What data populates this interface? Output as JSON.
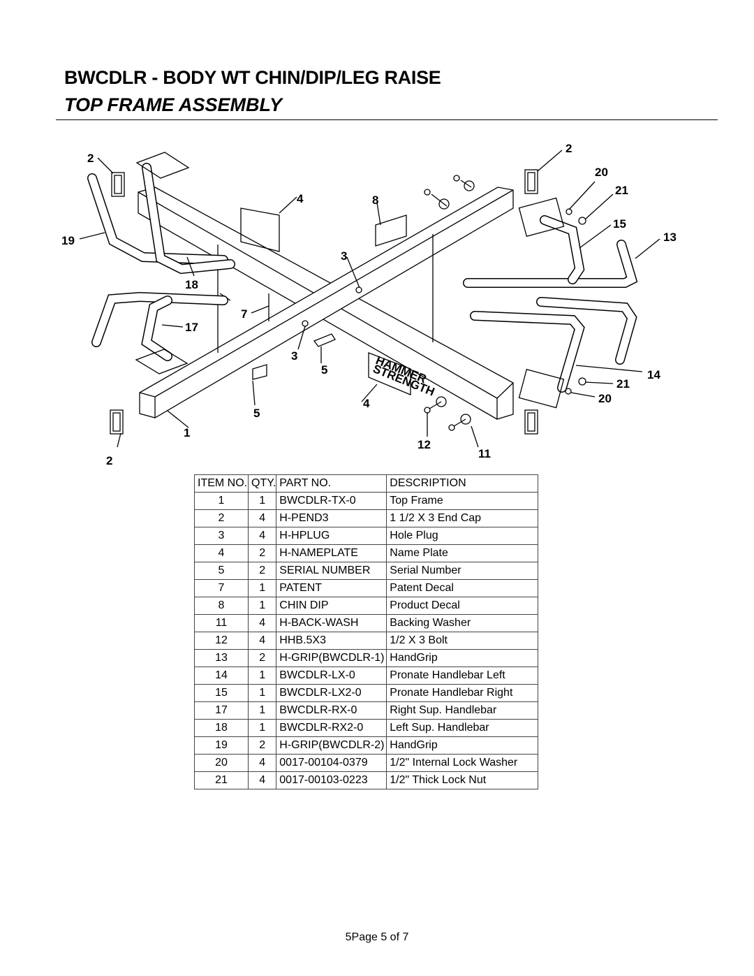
{
  "title_line1": "BWCDLR - BODY WT CHIN/DIP/LEG RAISE",
  "title_line2": "TOP FRAME ASSEMBLY",
  "diagram": {
    "callouts": [
      "2",
      "19",
      "18",
      "17",
      "2",
      "1",
      "4",
      "8",
      "3",
      "7",
      "3",
      "5",
      "5",
      "4",
      "12",
      "11",
      "2",
      "20",
      "21",
      "15",
      "13",
      "14",
      "21",
      "20"
    ],
    "decal_text_1": "HAMMER",
    "decal_text_2": "STRENGTH"
  },
  "table": {
    "headers": [
      "ITEM NO.",
      "QTY.",
      "PART NO.",
      "DESCRIPTION"
    ],
    "rows": [
      {
        "item": "1",
        "qty": "1",
        "part": "BWCDLR-TX-0",
        "desc": "Top Frame"
      },
      {
        "item": "2",
        "qty": "4",
        "part": "H-PEND3",
        "desc": "1 1/2 X 3 End Cap"
      },
      {
        "item": "3",
        "qty": "4",
        "part": "H-HPLUG",
        "desc": "Hole Plug"
      },
      {
        "item": "4",
        "qty": "2",
        "part": "H-NAMEPLATE",
        "desc": "Name Plate"
      },
      {
        "item": "5",
        "qty": "2",
        "part": "SERIAL NUMBER",
        "desc": "Serial Number"
      },
      {
        "item": "7",
        "qty": "1",
        "part": "PATENT",
        "desc": "Patent Decal"
      },
      {
        "item": "8",
        "qty": "1",
        "part": "CHIN DIP",
        "desc": "Product Decal"
      },
      {
        "item": "11",
        "qty": "4",
        "part": "H-BACK-WASH",
        "desc": "Backing Washer"
      },
      {
        "item": "12",
        "qty": "4",
        "part": "HHB.5X3",
        "desc": "1/2 X 3 Bolt"
      },
      {
        "item": "13",
        "qty": "2",
        "part": "H-GRIP(BWCDLR-1)",
        "desc": "HandGrip"
      },
      {
        "item": "14",
        "qty": "1",
        "part": "BWCDLR-LX-0",
        "desc": "Pronate Handlebar Left"
      },
      {
        "item": "15",
        "qty": "1",
        "part": "BWCDLR-LX2-0",
        "desc": "Pronate Handlebar Right"
      },
      {
        "item": "17",
        "qty": "1",
        "part": "BWCDLR-RX-0",
        "desc": "Right Sup. Handlebar"
      },
      {
        "item": "18",
        "qty": "1",
        "part": "BWCDLR-RX2-0",
        "desc": "Left Sup. Handlebar"
      },
      {
        "item": "19",
        "qty": "2",
        "part": "H-GRIP(BWCDLR-2)",
        "desc": "HandGrip"
      },
      {
        "item": "20",
        "qty": "4",
        "part": "0017-00104-0379",
        "desc": "1/2\" Internal Lock Washer"
      },
      {
        "item": "21",
        "qty": "4",
        "part": "0017-00103-0223",
        "desc": "1/2\" Thick Lock Nut"
      }
    ]
  },
  "footer": "5Page 5 of 7"
}
